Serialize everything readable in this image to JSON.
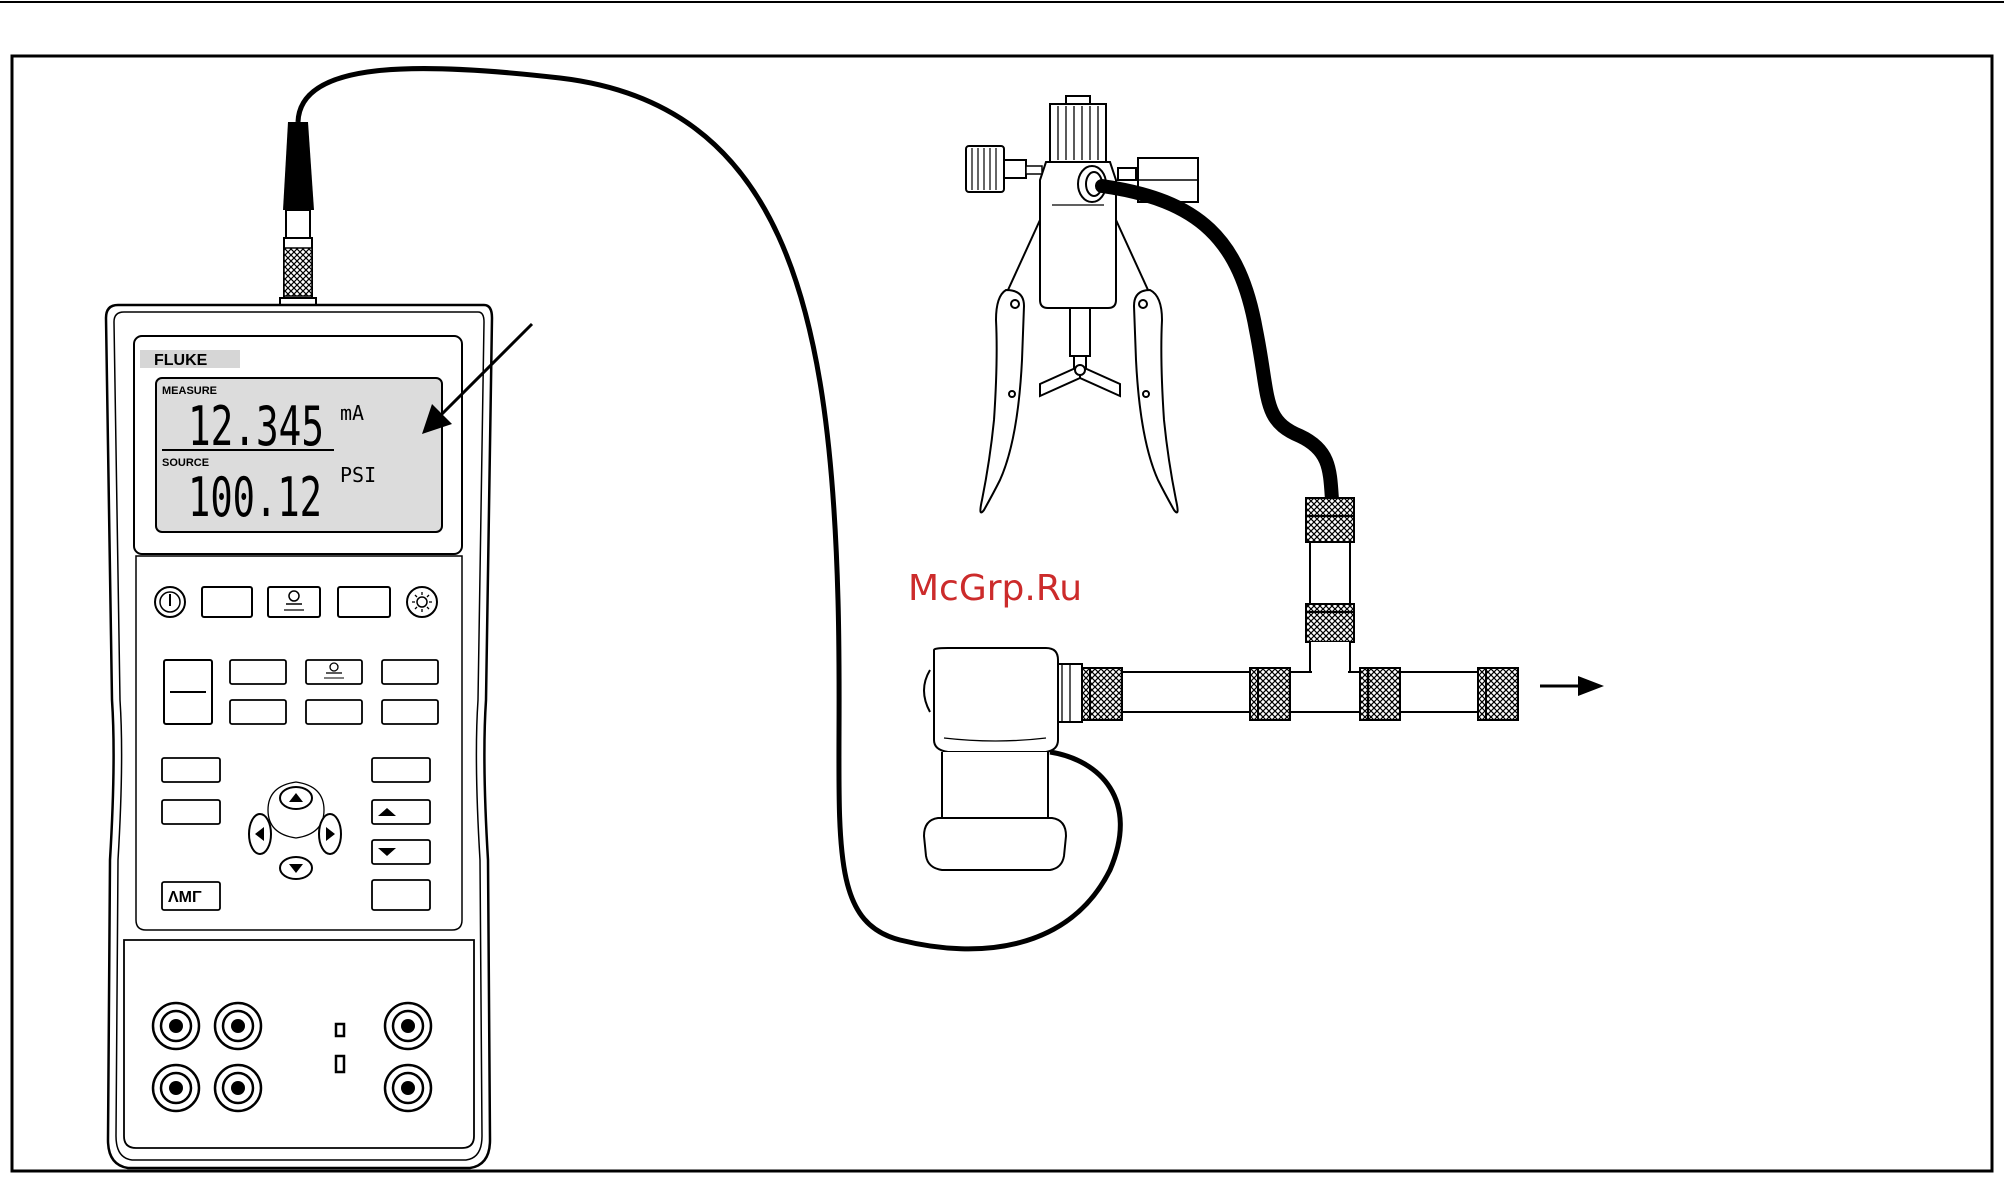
{
  "calibrator": {
    "brand": "FLUKE",
    "display": {
      "measure_label": "MEASURE",
      "measure_value": "12.345",
      "measure_unit": "mA",
      "source_label": "SOURCE",
      "source_value": "100.12",
      "source_unit": "PSI"
    },
    "ramp_key_glyph": "ΛMΓ"
  },
  "watermark": "McGrp.Ru",
  "colors": {
    "line": "#000000",
    "lcd_background": "#dcdcdc",
    "watermark": "#cc2b2b",
    "brand_box": "#d6d6d6"
  },
  "icons": [
    "power-icon",
    "backlight-icon",
    "pressure-zero-icon",
    "arrow-up-icon",
    "arrow-down-icon",
    "arrow-left-icon",
    "arrow-right-icon",
    "ramp-icon",
    "flow-arrow-icon"
  ]
}
